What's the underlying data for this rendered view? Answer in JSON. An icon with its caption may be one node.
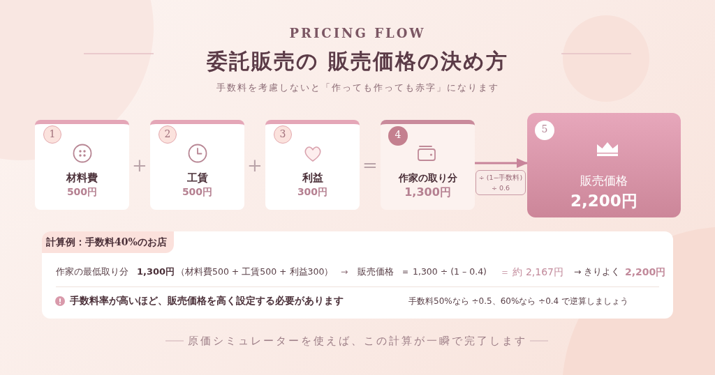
{
  "diagram": {
    "title": "委託販売の 販売価格の決め方",
    "caption": "原価シミュレーターを使えば、この計算が一瞬で完了します",
    "nodes": [
      {
        "text": [
          "1",
          "材料費",
          "500円"
        ]
      },
      {
        "text": [
          "2",
          "工賃",
          "500円"
        ]
      },
      {
        "text": [
          "3",
          "利益",
          "300円"
        ]
      },
      {
        "text": [
          "4",
          "作家の取り分",
          "1,300円"
        ]
      },
      {
        "text": [
          "5",
          "販売価格",
          "2,200円"
        ]
      },
      {
        "text": [
          "計算例：手数料40%のお店",
          "作家の最低取り分",
          "1,300円",
          "（材料費500 + 工賃500 + 利益300）",
          "→",
          "販売価格",
          "＝ 1,300 ÷ (1 – 0.4)",
          "＝ 約 2,167円",
          "→ きりよく",
          "2,200円",
          "手数料率が高いほど、販売価格を高く設定する必要があります",
          "手数料50%なら ÷0.5、60%なら ÷0.4 で逆算しましょう"
        ]
      }
    ],
    "edges": [
      {
        "from": 3,
        "to": 4,
        "arrow": "to",
        "label": "÷ (1−手数料) ÷ 0.6"
      }
    ],
    "labels": [
      "PRICING FLOW",
      "手数料を考慮しないと「作っても作っても赤字」になります",
      "+",
      "+",
      "="
    ]
  }
}
